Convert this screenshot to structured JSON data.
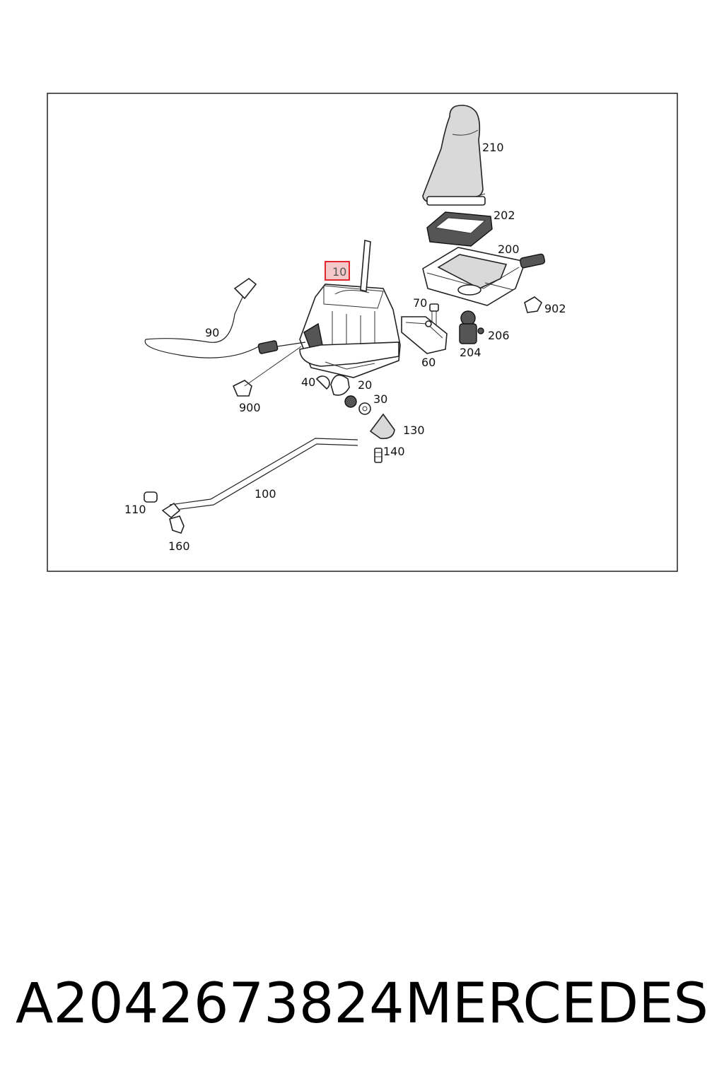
{
  "callouts": {
    "c210": "210",
    "c202": "202",
    "c200": "200",
    "c10": "10",
    "c70": "70",
    "c902": "902",
    "c90": "90",
    "c206": "206",
    "c204": "204",
    "c60": "60",
    "c40": "40",
    "c20": "20",
    "c30": "30",
    "c900": "900",
    "c130": "130",
    "c140": "140",
    "c100": "100",
    "c110": "110",
    "c160": "160"
  },
  "highlight_color": "#e0282e",
  "footer": {
    "part_number": "A2042673824",
    "brand": "MERCEDES"
  }
}
